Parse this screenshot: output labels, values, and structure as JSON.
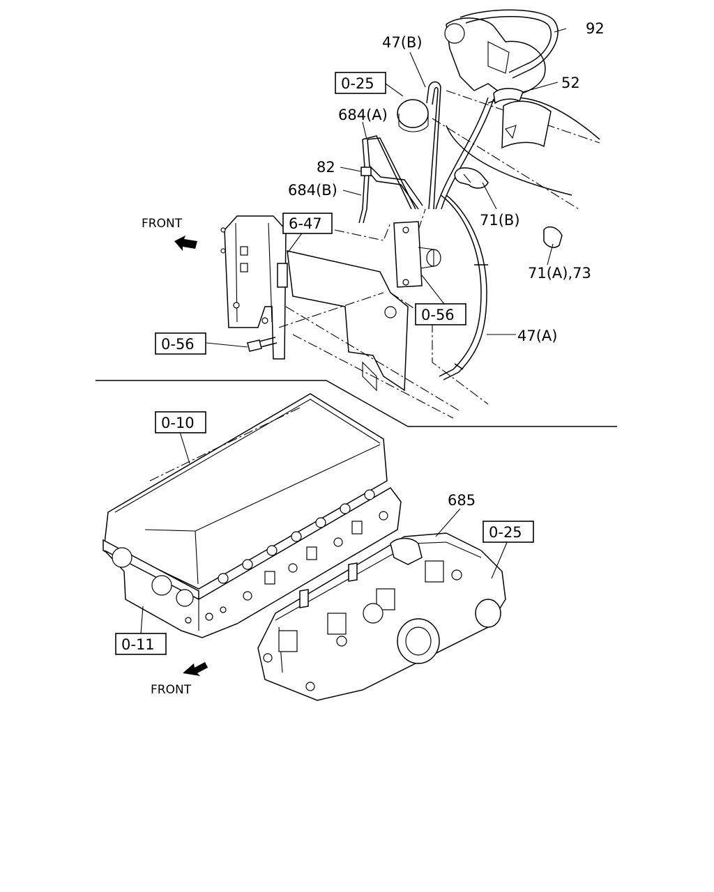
{
  "diagram": {
    "labels": {
      "l92": "92",
      "l47b": "47(B)",
      "l025_top": "0-25",
      "l52": "52",
      "l684a": "684(A)",
      "l82": "82",
      "l684b": "684(B)",
      "l71b": "71(B)",
      "l71a73": "71(A),73",
      "l647": "6-47",
      "l056_right": "0-56",
      "l056_left": "0-56",
      "l47a": "47(A)",
      "front_top": "FRONT",
      "l010": "0-10",
      "l685": "685",
      "l025_bottom": "0-25",
      "l011": "0-11",
      "front_bottom": "FRONT"
    },
    "boxed_refs": [
      "0-25",
      "6-47",
      "0-56",
      "0-56",
      "0-10",
      "0-25",
      "0-11"
    ]
  }
}
